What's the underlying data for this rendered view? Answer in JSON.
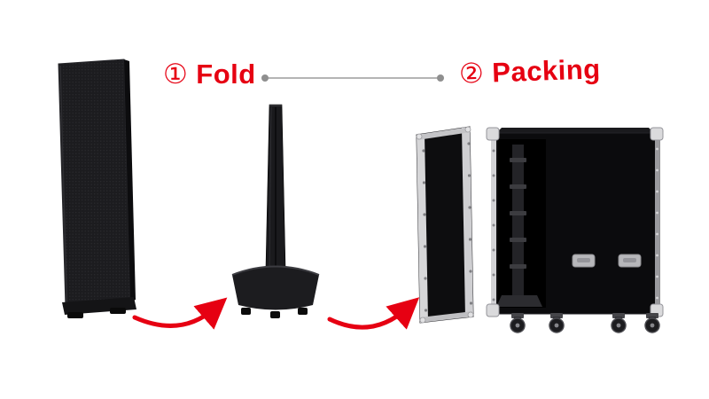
{
  "steps": [
    {
      "number": "①",
      "label": "Fold"
    },
    {
      "number": "②",
      "label": "Packing"
    }
  ],
  "colors": {
    "accent_red": "#e60012",
    "connector_gray": "#9b9b9b",
    "object_black": "#141416",
    "trim_silver": "#d6d6d8",
    "background": "#ffffff"
  },
  "objects": [
    {
      "name": "led-poster-upright"
    },
    {
      "name": "led-poster-folded-on-base"
    },
    {
      "name": "fold-arrow"
    },
    {
      "name": "flight-case-lid-panel"
    },
    {
      "name": "packing-arrow"
    },
    {
      "name": "flight-case-with-casters"
    }
  ]
}
